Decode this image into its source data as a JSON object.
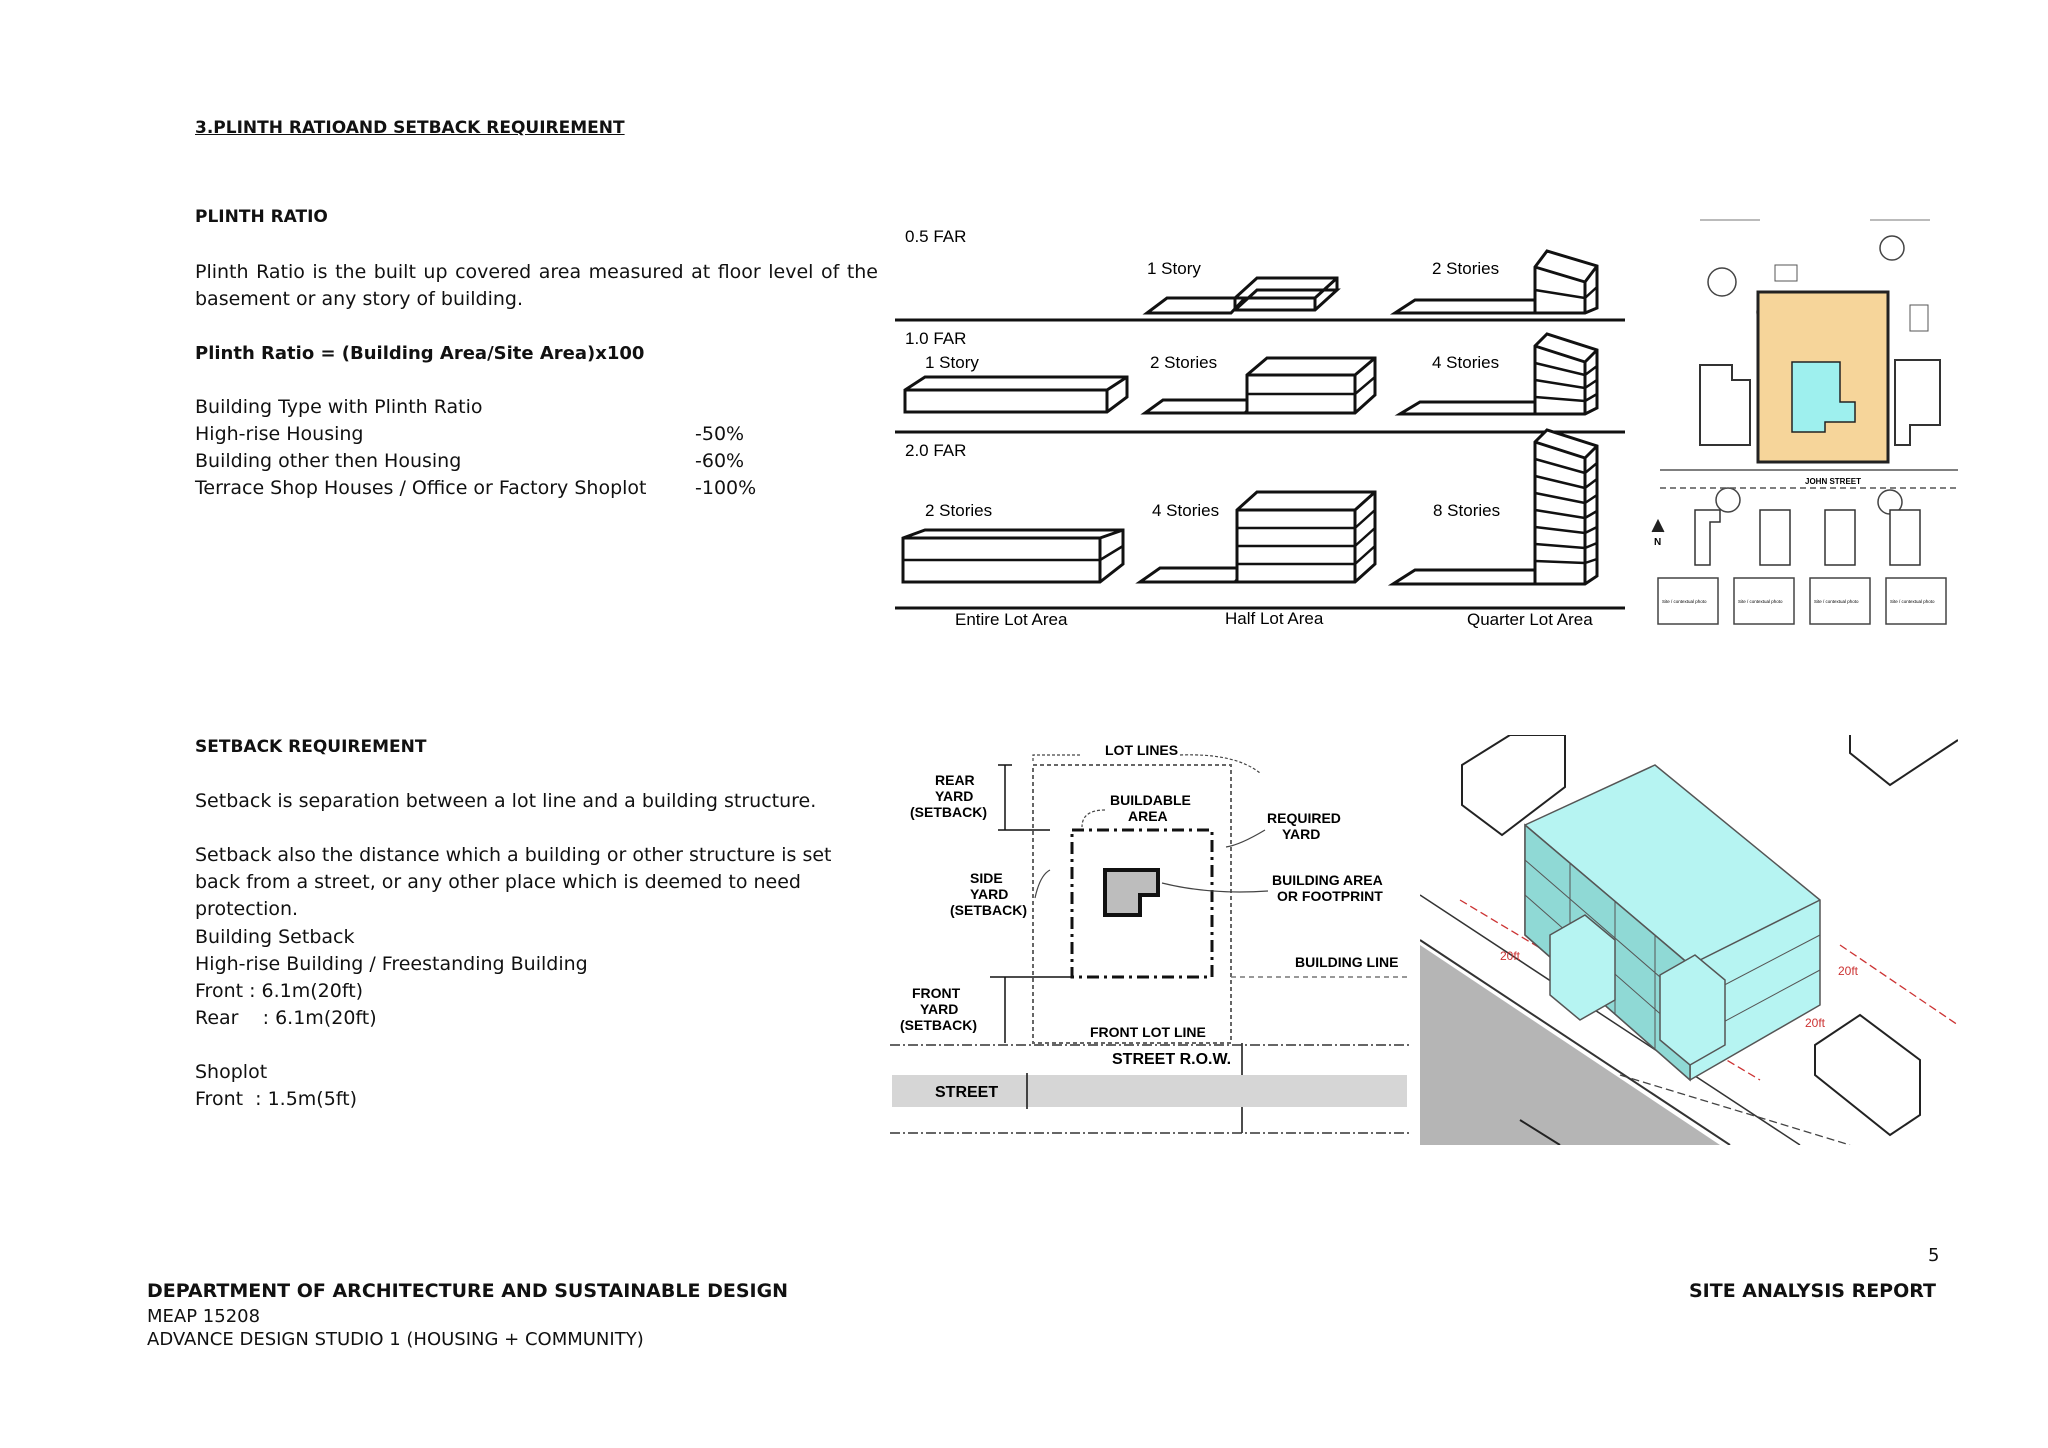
{
  "section_title": "3.PLINTH RATIOAND SETBACK REQUIREMENT",
  "plinth": {
    "heading": "PLINTH RATIO",
    "definition": "Plinth Ratio is the built up covered area measured at floor level of the basement or any story of building.",
    "formula": "Plinth Ratio = (Building Area/Site Area)x100",
    "type_heading": "Building Type with Plinth Ratio",
    "types": [
      {
        "name": "High-rise Housing",
        "ratio": "-50%"
      },
      {
        "name": "Building other then Housing",
        "ratio": "-60%"
      },
      {
        "name": "Terrace Shop Houses / Office or Factory Shoplot",
        "ratio": "-100%"
      }
    ]
  },
  "far_diagram": {
    "rows": [
      {
        "far": "0.5 FAR",
        "labels": [
          "1 Story",
          "2 Stories"
        ]
      },
      {
        "far": "1.0 FAR",
        "labels": [
          "1 Story",
          "2 Stories",
          "4 Stories"
        ]
      },
      {
        "far": "2.0 FAR",
        "labels": [
          "2 Stories",
          "4 Stories",
          "8 Stories"
        ]
      }
    ],
    "bottom_labels": [
      "Entire Lot Area",
      "Half Lot Area",
      "Quarter Lot Area"
    ]
  },
  "site_plan": {
    "street": "JOHN STREET",
    "north": "N",
    "photo_labels": [
      "Site / contextual photo",
      "Site / contextual photo",
      "Site / contextual photo",
      "Site / contextual photo"
    ],
    "colors": {
      "site": "#f6d59a",
      "house": "#9ef0ee"
    }
  },
  "setback": {
    "heading": "SETBACK REQUIREMENT",
    "para1": "Setback is separation between a lot line and a building structure.",
    "para2": "Setback also the distance which a building or other structure is set back from a street, or any other place which is deemed to need protection.",
    "bs_heading": "Building Setback",
    "bs_type": "High-rise Building / Freestanding Building",
    "front": "Front : 6.1m(20ft)",
    "rear": "Rear    : 6.1m(20ft)",
    "shoplot_heading": "Shoplot",
    "shoplot_front": "Front  : 1.5m(5ft)"
  },
  "lot_diagram": {
    "lot_lines": "LOT LINES",
    "rear_yard": [
      "REAR",
      "YARD",
      "(SETBACK)"
    ],
    "buildable": [
      "BUILDABLE",
      "AREA"
    ],
    "required": [
      "REQUIRED",
      "YARD"
    ],
    "side_yard": [
      "SIDE",
      "YARD",
      "(SETBACK)"
    ],
    "footprint": [
      "BUILDING AREA",
      "OR FOOTPRINT"
    ],
    "building_line": "BUILDING LINE",
    "front_yard": [
      "FRONT",
      "YARD",
      "(SETBACK)"
    ],
    "front_lot_line": "FRONT LOT LINE",
    "street_row": "STREET R.O.W.",
    "street": "STREET"
  },
  "iso_diagram": {
    "dim_labels": [
      "20ft",
      "20ft",
      "20ft"
    ],
    "colors": {
      "building": "#b6f4f2",
      "shade": "#8fd9d5"
    }
  },
  "page_number": "5",
  "footer": {
    "department": "DEPARTMENT OF ARCHITECTURE AND SUSTAINABLE DESIGN",
    "course_code": "MEAP 15208",
    "course_name": "ADVANCE DESIGN STUDIO 1 (HOUSING + COMMUNITY)",
    "report_title": "SITE ANALYSIS REPORT"
  }
}
